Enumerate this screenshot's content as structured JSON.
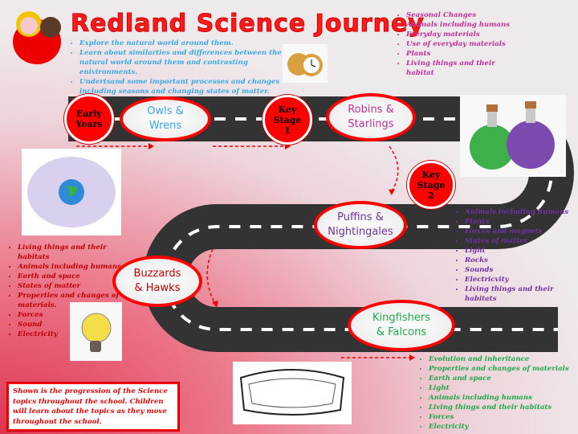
{
  "title": "Redland Science Journey",
  "early_years_points": [
    "Explore the natural world around them.",
    "Learn about similarties and differences between the natural world around them and contrasting enivironments.",
    "Undertsand some important processes and changes including seasons and changing states of matter."
  ],
  "stops": {
    "early_years": "Early\nYears",
    "owls": "Owls &\nWrens",
    "ks1": "Key\nStage\n1",
    "robins": "Robins &\nStarlings",
    "ks2": "Key\nStage\n2",
    "puffins": "Puffins &\nNightingales",
    "buzzards": "Buzzards\n& Hawks",
    "kingfishers": "Kingfishers\n& Falcons"
  },
  "robins_topics": [
    "Seasonal Changes",
    "Animals including humans",
    "Everyday materials",
    "Use of everyday materials",
    "Plants",
    "Living things and their habitat"
  ],
  "puffins_topics": [
    "Animals including humans",
    "Plants",
    "Forces and magnets",
    "States of matter",
    "Light",
    "Rocks",
    "Sounds",
    "Electricvity",
    "Living things and their habitats"
  ],
  "buzzards_topics": [
    "Living things and their habitats",
    "Animals including humans",
    "Earth and space",
    "States of matter",
    "Properties and changes of materials.",
    "Forces",
    "Sound",
    "Electricity"
  ],
  "kingfishers_topics": [
    "Evolution and inheritance",
    "Properties and changes of materials",
    "Earth and space",
    "Light",
    "Animals including humans",
    "Living things and their habitats",
    "Forces",
    "Electricity"
  ],
  "note": "Shown is the progression of the Science topics throughout the school. Children will learn about the topics as they move throughout the school.",
  "colors": {
    "early_years": "#3aa8e8",
    "robins": "#c0309a",
    "puffins": "#7030a0",
    "buzzards": "#c00000",
    "kingfishers": "#1fa84a",
    "road": "#333333",
    "accent": "#ff0000"
  }
}
